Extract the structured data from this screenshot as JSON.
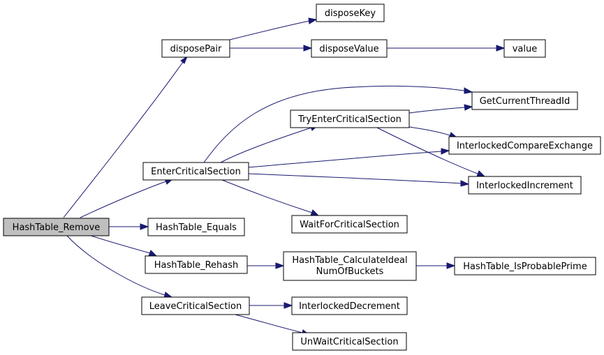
{
  "nodes": {
    "hashtable_remove": "HashTable_Remove",
    "disposepair": "disposePair",
    "disposekey": "disposeKey",
    "disposevalue": "disposeValue",
    "value": "value",
    "entercriticalsection": "EnterCriticalSection",
    "tryentercriticalsection": "TryEnterCriticalSection",
    "getcurrentthreadid": "GetCurrentThreadId",
    "interlockedcompareexchange": "InterlockedCompareExchange",
    "interlockedincrement": "InterlockedIncrement",
    "waitforcriticalsection": "WaitForCriticalSection",
    "hashtable_equals": "HashTable_Equals",
    "hashtable_rehash": "HashTable_Rehash",
    "hashtable_calculateidealnumofbuckets_line1": "HashTable_CalculateIdeal",
    "hashtable_calculateidealnumofbuckets_line2": "NumOfBuckets",
    "hashtable_isprobableprime": "HashTable_IsProbablePrime",
    "leavecriticalsection": "LeaveCriticalSection",
    "interlockeddecrement": "InterlockedDecrement",
    "unwaitcriticalsection": "UnWaitCriticalSection"
  },
  "colors": {
    "edge": "#191970",
    "root_fill": "#bfbfbf",
    "node_fill": "#ffffff",
    "node_stroke": "#000000"
  }
}
